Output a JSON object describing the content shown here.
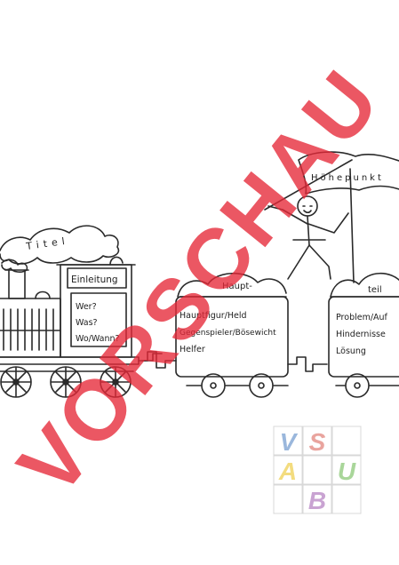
{
  "smoke_label": "Titel",
  "locomotive": {
    "cab_sign": "Einleitung",
    "questions": [
      "Wer?",
      "Was?",
      "Wo/Wann?"
    ]
  },
  "wagon_1": {
    "heading": "Haupt-",
    "items": [
      "Hauptfigur/Held",
      "Gegenspieler/Bösewicht",
      "Helfer"
    ]
  },
  "flag_label": "Höhepunkt",
  "wagon_2": {
    "heading": "teil",
    "items": [
      "Problem/Auf",
      "Hindernisse",
      "Lösung"
    ]
  },
  "logo": {
    "letters": [
      "V",
      "S",
      "A",
      "U",
      "B"
    ],
    "colors": {
      "V": "#9ab7dc",
      "S": "#e9a49e",
      "A": "#f3dc7f",
      "U": "#a9d69a",
      "B": "#c9a3d2"
    }
  },
  "watermark": "VORSCHAU"
}
